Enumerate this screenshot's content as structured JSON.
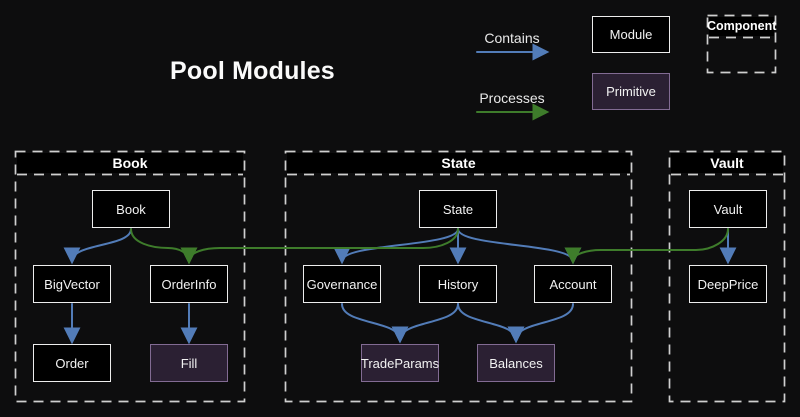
{
  "title": "Pool Modules",
  "legend": {
    "contains": "Contains",
    "processes": "Processes",
    "module": "Module",
    "primitive": "Primitive",
    "component": "Component"
  },
  "containers": {
    "book": {
      "label": "Book"
    },
    "state": {
      "label": "State"
    },
    "vault": {
      "label": "Vault"
    }
  },
  "nodes": {
    "book": {
      "label": "Book",
      "kind": "module"
    },
    "bigvector": {
      "label": "BigVector",
      "kind": "module"
    },
    "orderinfo": {
      "label": "OrderInfo",
      "kind": "module"
    },
    "order": {
      "label": "Order",
      "kind": "module"
    },
    "fill": {
      "label": "Fill",
      "kind": "primitive"
    },
    "state": {
      "label": "State",
      "kind": "module"
    },
    "governance": {
      "label": "Governance",
      "kind": "module"
    },
    "history": {
      "label": "History",
      "kind": "module"
    },
    "account": {
      "label": "Account",
      "kind": "module"
    },
    "tradeparams": {
      "label": "TradeParams",
      "kind": "primitive"
    },
    "balances": {
      "label": "Balances",
      "kind": "primitive"
    },
    "vault": {
      "label": "Vault",
      "kind": "module"
    },
    "deepprice": {
      "label": "DeepPrice",
      "kind": "module"
    }
  },
  "edges": [
    {
      "from": "Book",
      "to": "BigVector",
      "type": "contains"
    },
    {
      "from": "BigVector",
      "to": "Order",
      "type": "contains"
    },
    {
      "from": "OrderInfo",
      "to": "Fill",
      "type": "contains"
    },
    {
      "from": "State",
      "to": "Governance",
      "type": "contains"
    },
    {
      "from": "State",
      "to": "History",
      "type": "contains"
    },
    {
      "from": "State",
      "to": "Account",
      "type": "contains"
    },
    {
      "from": "Governance",
      "to": "TradeParams",
      "type": "contains"
    },
    {
      "from": "History",
      "to": "TradeParams",
      "type": "contains"
    },
    {
      "from": "History",
      "to": "Balances",
      "type": "contains"
    },
    {
      "from": "Account",
      "to": "Balances",
      "type": "contains"
    },
    {
      "from": "Vault",
      "to": "DeepPrice",
      "type": "contains"
    },
    {
      "from": "Book",
      "to": "OrderInfo",
      "type": "processes"
    },
    {
      "from": "State",
      "to": "OrderInfo",
      "type": "processes"
    },
    {
      "from": "Vault",
      "to": "Account",
      "type": "processes"
    }
  ],
  "theme": {
    "background": "#0d0d0e",
    "contains_color": "#527cb8",
    "processes_color": "#3e7c2b",
    "module_fill": "#000000",
    "module_border": "#ededed",
    "primitive_fill": "#2b2033",
    "primitive_border": "#826b93",
    "container_border": "#cfcfcf",
    "text_color": "#f2f2f2"
  }
}
